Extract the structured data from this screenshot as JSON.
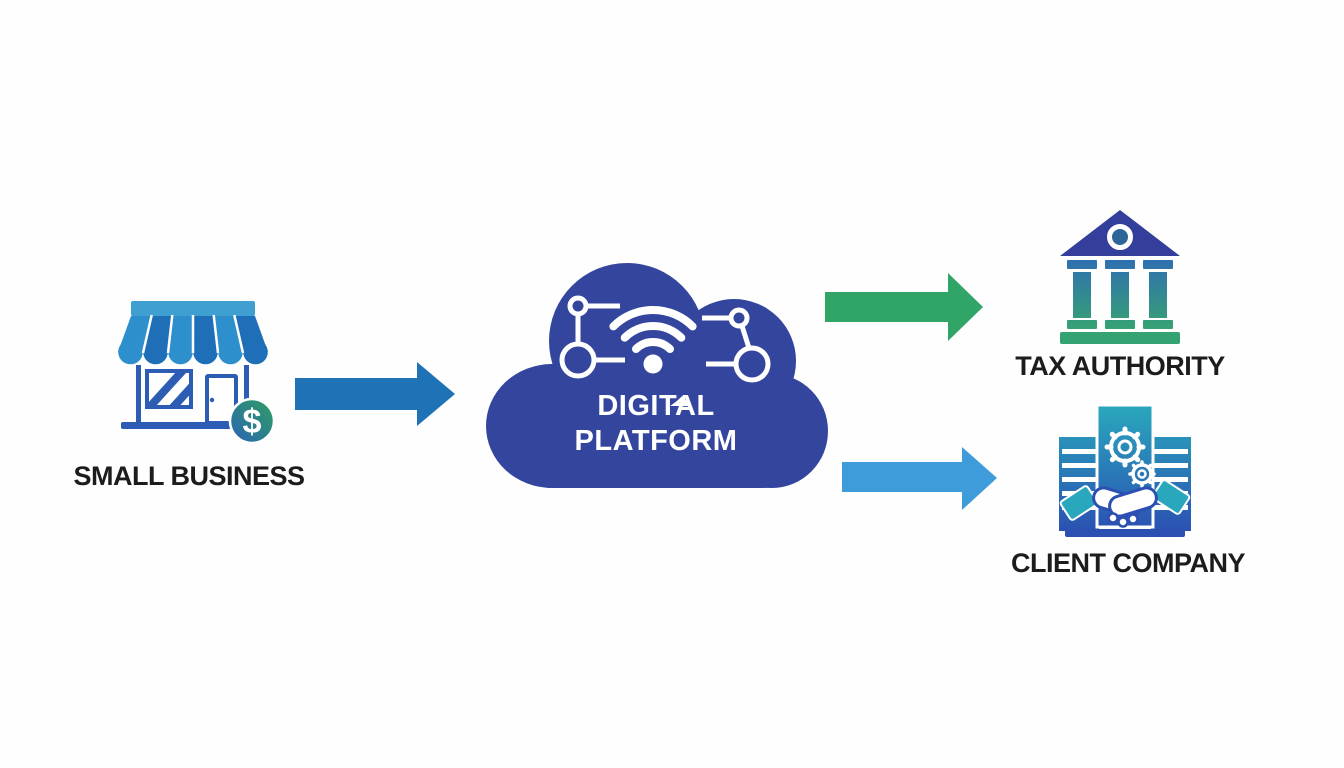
{
  "diagram": {
    "nodes": {
      "small_business": {
        "label": "SMALL BUSINESS",
        "icon": "storefront-icon"
      },
      "digital_platform": {
        "line1": "DIGITAL",
        "line2": "PLATFORM",
        "icon": "cloud-icon"
      },
      "tax_authority": {
        "label": "TAX AUTHORITY",
        "icon": "bank-icon"
      },
      "client_company": {
        "label": "CLIENT COMPANY",
        "icon": "buildings-handshake-icon"
      }
    },
    "coin": {
      "symbol": "$"
    },
    "flows": [
      {
        "from": "small_business",
        "to": "digital_platform",
        "arrow_color": "#1e72b5"
      },
      {
        "from": "digital_platform",
        "to": "tax_authority",
        "arrow_color": "#31a567"
      },
      {
        "from": "digital_platform",
        "to": "client_company",
        "arrow_color": "#3d9cd9"
      }
    ],
    "colors": {
      "cloud": "#34459e",
      "storefront_awning_light": "#2e8fcd",
      "storefront_awning_dark": "#1e6fb7",
      "storefront_frame": "#2c5cb4",
      "coin_green": "#2fa05f",
      "coin_blue": "#2b63b8",
      "bank_pediment": "#333f9b",
      "gradient_teal": "#29a8bd",
      "gradient_blue": "#2b50b2",
      "gradient_green": "#36a273",
      "label_text": "#1c1c1c",
      "background": "#fefefe"
    }
  }
}
